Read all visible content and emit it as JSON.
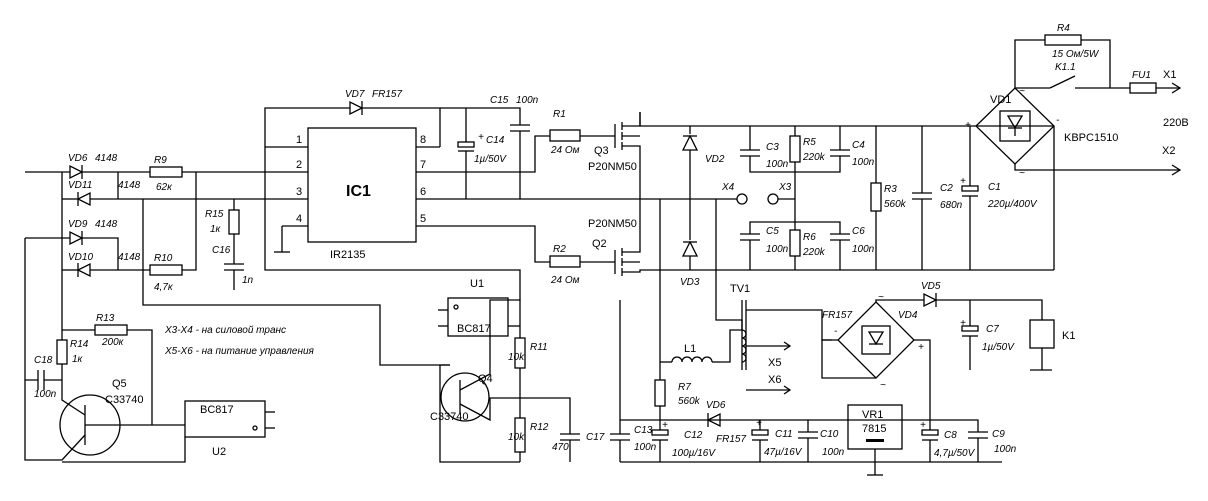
{
  "ic1": {
    "label": "IC1",
    "part": "IR2135",
    "pins": [
      "1",
      "2",
      "3",
      "4",
      "5",
      "6",
      "7",
      "8"
    ]
  },
  "vd7": {
    "ref": "VD7",
    "part": "FR157"
  },
  "c15": {
    "ref": "C15",
    "value": "100n"
  },
  "c14": {
    "ref": "C14",
    "value": "1µ/50V"
  },
  "r1": {
    "ref": "R1",
    "value": "24 Ом"
  },
  "r2": {
    "ref": "R2",
    "value": "24 Ом"
  },
  "q3": {
    "ref": "Q3",
    "part": "P20NM50"
  },
  "q2": {
    "ref": "Q2",
    "part": "P20NM50"
  },
  "vd2": {
    "ref": "VD2"
  },
  "vd3": {
    "ref": "VD3"
  },
  "c3": {
    "ref": "C3",
    "value": "100n"
  },
  "r5": {
    "ref": "R5",
    "value": "220k"
  },
  "c4": {
    "ref": "C4",
    "value": "100n"
  },
  "c5": {
    "ref": "C5",
    "value": "100n"
  },
  "r6": {
    "ref": "R6",
    "value": "220k"
  },
  "c6": {
    "ref": "C6",
    "value": "100n"
  },
  "x4": {
    "ref": "X4"
  },
  "x3": {
    "ref": "X3"
  },
  "r3": {
    "ref": "R3",
    "value": "560k"
  },
  "c2": {
    "ref": "C2",
    "value": "680n"
  },
  "c1": {
    "ref": "C1",
    "value": "220µ/400V"
  },
  "vd1": {
    "ref": "VD1",
    "part": "KBPC1510"
  },
  "r4": {
    "ref": "R4",
    "value": "15 Ом/5W"
  },
  "k11": {
    "ref": "K1.1"
  },
  "fu1": {
    "ref": "FU1"
  },
  "x1": {
    "ref": "X1"
  },
  "x2": {
    "ref": "X2"
  },
  "mains": {
    "label": "220В"
  },
  "vd6a": {
    "ref": "VD6",
    "part": "4148"
  },
  "vd11": {
    "ref": "VD11",
    "part": "4148"
  },
  "vd9": {
    "ref": "VD9",
    "part": "4148"
  },
  "vd10": {
    "ref": "VD10",
    "part": "4148"
  },
  "r9": {
    "ref": "R9",
    "value": "62к"
  },
  "r10": {
    "ref": "R10",
    "value": "4,7к"
  },
  "r15": {
    "ref": "R15",
    "value": "1к"
  },
  "c16": {
    "ref": "C16",
    "value": "1n"
  },
  "r13": {
    "ref": "R13",
    "value": "200к"
  },
  "r14": {
    "ref": "R14",
    "value": "1к"
  },
  "c18": {
    "ref": "C18",
    "value": "100n"
  },
  "q5": {
    "ref": "Q5",
    "part": "C33740"
  },
  "u2": {
    "ref": "U2",
    "part": "BC817"
  },
  "notes": {
    "line1": "X3-X4 - на силовой транс",
    "line2": "X5-X6 - на питание управления"
  },
  "u1": {
    "ref": "U1",
    "part": "BC817"
  },
  "q4": {
    "ref": "Q4",
    "part": "C33740"
  },
  "r11": {
    "ref": "R11",
    "value": "10k"
  },
  "r12": {
    "ref": "R12",
    "value": "10k"
  },
  "c17": {
    "ref": "C17",
    "value": "470"
  },
  "tv1": {
    "ref": "TV1"
  },
  "l1": {
    "ref": "L1"
  },
  "x5": {
    "ref": "X5"
  },
  "x6": {
    "ref": "X6"
  },
  "r7": {
    "ref": "R7",
    "value": "560k"
  },
  "vd6b": {
    "ref": "VD6",
    "part": "FR157"
  },
  "c13": {
    "ref": "C13",
    "value": "100n"
  },
  "c12": {
    "ref": "C12",
    "value": "100µ/16V"
  },
  "c11": {
    "ref": "C11",
    "value": "47µ/16V"
  },
  "c10": {
    "ref": "C10",
    "value": "100n"
  },
  "vr1": {
    "ref": "VR1",
    "part": "7815"
  },
  "c8": {
    "ref": "C8",
    "value": "4,7µ/50V"
  },
  "c9": {
    "ref": "C9",
    "value": "100n"
  },
  "bridge2": {
    "part": "FR157"
  },
  "vd4": {
    "ref": "VD4"
  },
  "vd5": {
    "ref": "VD5"
  },
  "c7": {
    "ref": "C7",
    "value": "1µ/50V"
  },
  "k1": {
    "ref": "K1"
  },
  "signs": {
    "plus": "+",
    "minus": "-",
    "tilde": "~"
  }
}
